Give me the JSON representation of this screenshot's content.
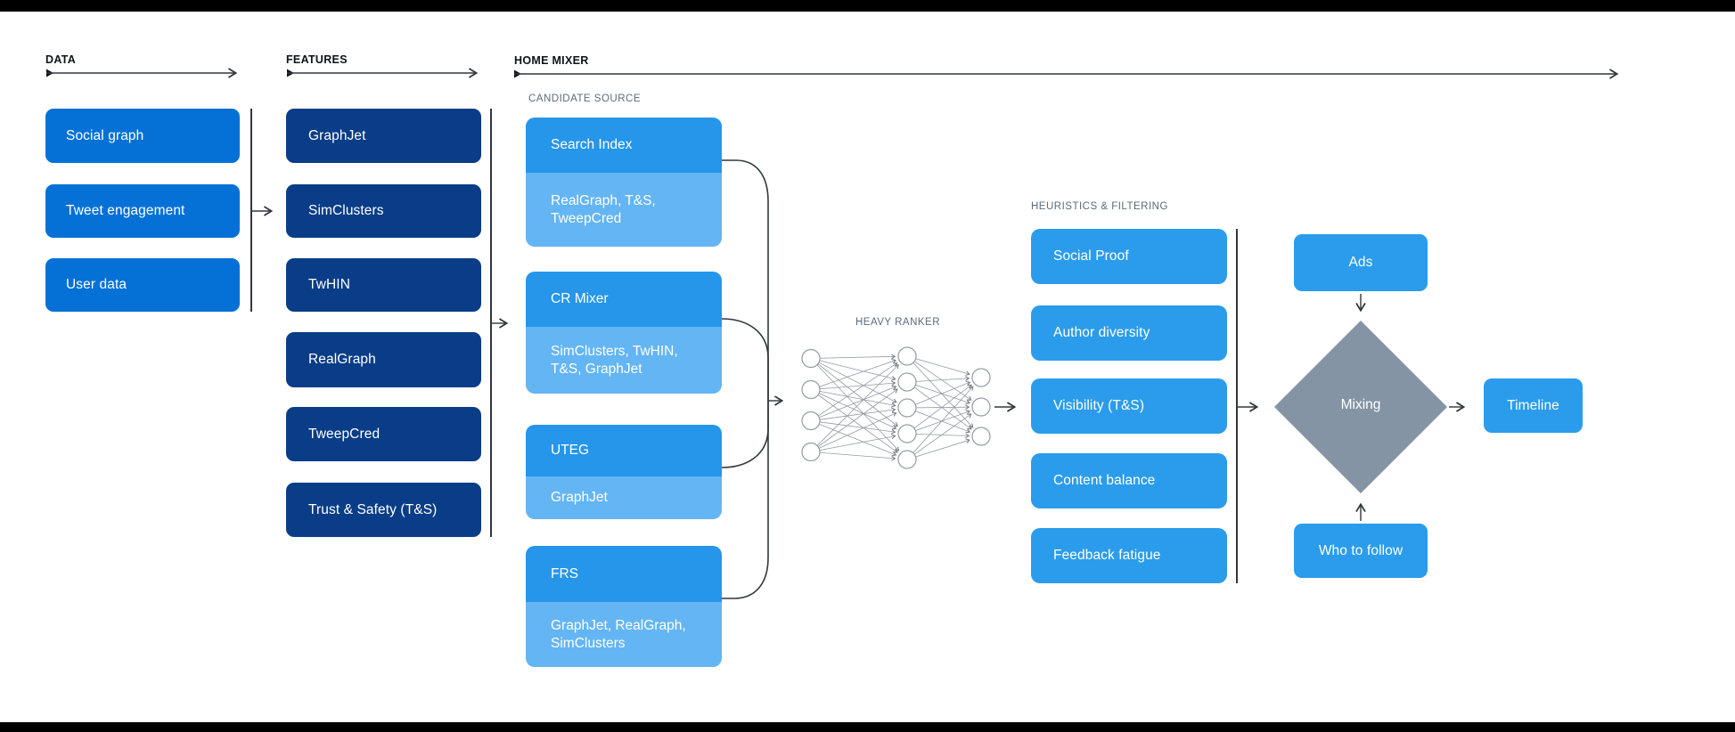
{
  "colors": {
    "data_blue": "#0571d6",
    "features_navy": "#0a3d87",
    "cs_header_blue": "#2596ea",
    "cs_sub_blue": "#64b5f4",
    "bright_blue": "#2b9ceb",
    "diamond_gray": "#8494a5",
    "line": "#31373d",
    "nn_gray": "#929ba3",
    "label_gray": "#5b6b7b",
    "header_dark": "#0f1419"
  },
  "sections": {
    "data": {
      "label": "DATA",
      "items": [
        "Social graph",
        "Tweet engagement",
        "User data"
      ]
    },
    "features": {
      "label": "FEATURES",
      "items": [
        "GraphJet",
        "SimClusters",
        "TwHIN",
        "RealGraph",
        "TweepCred",
        "Trust & Safety (T&S)"
      ]
    },
    "home_mixer": {
      "label": "HOME MIXER",
      "candidate_source_label": "CANDIDATE SOURCE",
      "sources": [
        {
          "name": "Search Index",
          "inputs": "RealGraph, T&S, TweepCred"
        },
        {
          "name": "CR Mixer",
          "inputs": "SimClusters, TwHIN, T&S, GraphJet"
        },
        {
          "name": "UTEG",
          "inputs": "GraphJet"
        },
        {
          "name": "FRS",
          "inputs": "GraphJet, RealGraph, SimClusters"
        }
      ]
    },
    "heavy_ranker": {
      "label": "HEAVY RANKER",
      "network_layers": [
        4,
        5,
        3
      ]
    },
    "heuristics": {
      "label": "HEURISTICS & FILTERING",
      "items": [
        "Social Proof",
        "Author diversity",
        "Visibility (T&S)",
        "Content balance",
        "Feedback fatigue"
      ]
    },
    "mixing": {
      "ads": "Ads",
      "diamond": "Mixing",
      "who_to_follow": "Who to follow",
      "timeline": "Timeline"
    }
  }
}
